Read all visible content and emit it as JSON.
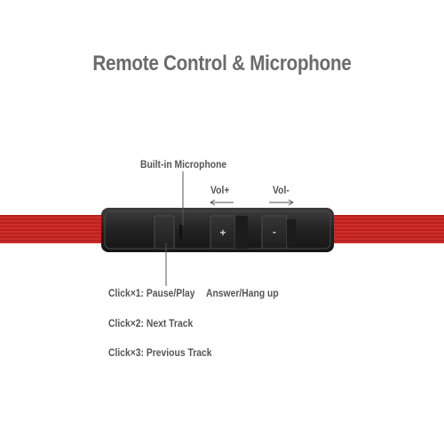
{
  "title": "Remote Control & Microphone",
  "labels": {
    "microphone": "Built-in Microphone",
    "vol_up": "Vol+",
    "vol_down": "Vol-",
    "click1": "Click×1: Pause/Play",
    "answer": "Answer/Hang up",
    "click2": "Click×2: Next Track",
    "click3": "Click×3: Previous Track"
  },
  "buttons": {
    "plus": "+",
    "minus": "-"
  },
  "colors": {
    "cable": "#d12b2b",
    "cable_stripe": "#a81b1b",
    "remote_body": "#2a2a2a",
    "text": "#555555",
    "title": "#6b6b6b"
  },
  "icons": [
    "arrow-left-icon",
    "arrow-right-icon"
  ]
}
